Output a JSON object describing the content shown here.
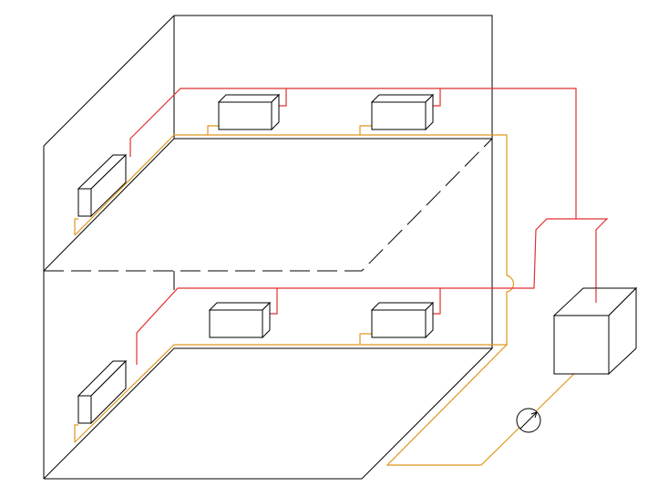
{
  "diagram": {
    "kind": "isometric two-storey heating system schematic",
    "colors": {
      "structure": "#000000",
      "supply_pipe": "#e03030",
      "return_pipe": "#e0961e",
      "background": "#ffffff"
    },
    "floors": [
      {
        "id": "upper-floor",
        "radiator_count": 3
      },
      {
        "id": "lower-floor",
        "radiator_count": 3
      }
    ],
    "equipment": [
      "boiler",
      "circulation-pump"
    ],
    "icons": [
      "radiator-icon",
      "boiler-icon",
      "pump-icon"
    ]
  }
}
